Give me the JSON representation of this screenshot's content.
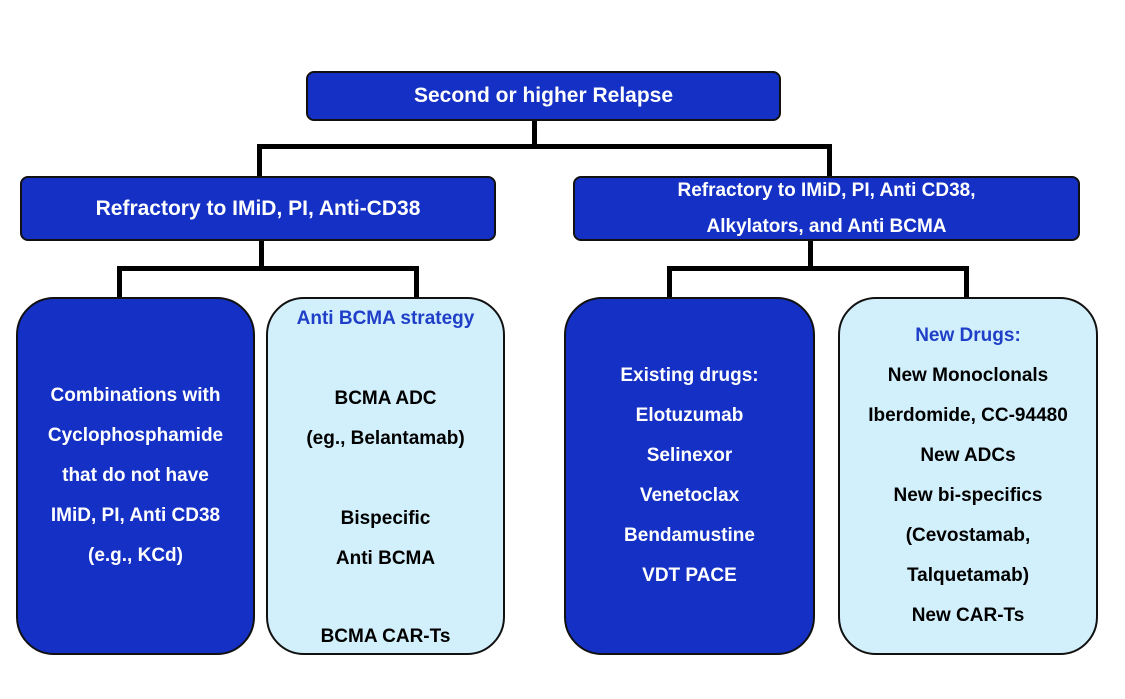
{
  "root": {
    "label": "Second or higher Relapse"
  },
  "branches": [
    {
      "label_lines": [
        "Refractory to IMiD, PI, Anti-CD38"
      ],
      "children": [
        {
          "style": "dark",
          "heading": "",
          "lines": [
            "Combinations with",
            "Cyclophosphamide",
            "that do not have",
            "IMiD, PI, Anti CD38",
            "(e.g., KCd)"
          ]
        },
        {
          "style": "light",
          "heading": "Anti BCMA strategy",
          "lines": [
            "BCMA ADC",
            "(eg., Belantamab)",
            "Bispecific",
            "Anti BCMA",
            "BCMA CAR-Ts"
          ]
        }
      ]
    },
    {
      "label_lines": [
        "Refractory to IMiD, PI, Anti CD38,",
        "Alkylators, and Anti BCMA"
      ],
      "children": [
        {
          "style": "dark",
          "heading": "",
          "lines": [
            "Existing drugs:",
            "Elotuzumab",
            "Selinexor",
            "Venetoclax",
            "Bendamustine",
            "VDT PACE"
          ]
        },
        {
          "style": "light",
          "heading": "New Drugs:",
          "lines": [
            "New Monoclonals",
            "Iberdomide, CC-94480",
            "New ADCs",
            "New bi-specifics",
            "(Cevostamab,",
            "Talquetamab)",
            "New CAR-Ts"
          ]
        }
      ]
    }
  ],
  "colors": {
    "dark_box": "#1530c4",
    "light_box": "#d2f0fb",
    "accent_text": "#1f3fc8",
    "connector": "#000000"
  }
}
